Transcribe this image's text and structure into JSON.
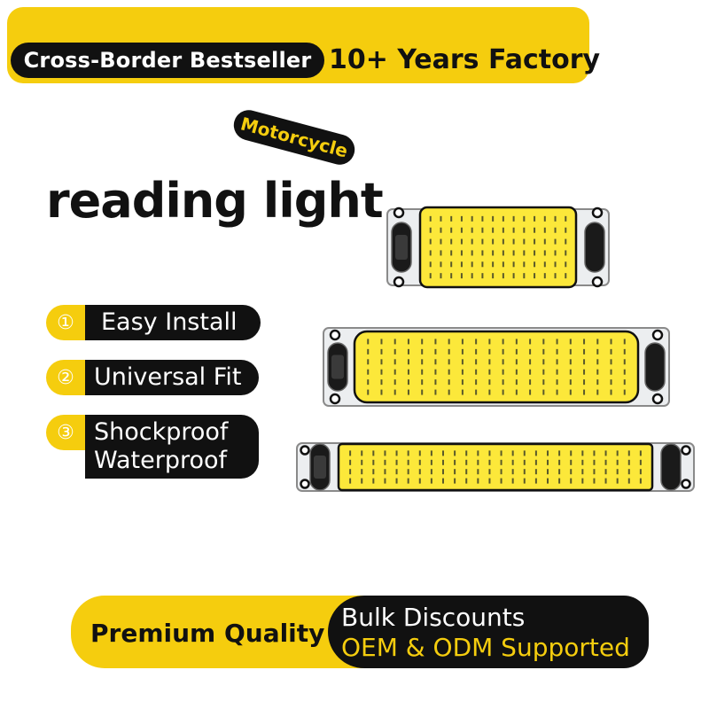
{
  "top_banner": {
    "badge": "Cross-Border Bestseller",
    "factory": "10+ Years Factory"
  },
  "tag": "Motorcycle",
  "title": "reading light",
  "features": [
    {
      "number": "①",
      "lines": [
        "Easy Install"
      ]
    },
    {
      "number": "②",
      "lines": [
        "Universal Fit"
      ]
    },
    {
      "number": "③",
      "lines": [
        "Shockproof",
        "Waterproof"
      ]
    }
  ],
  "bottom_banner": {
    "quality": "Premium Quality",
    "bulk": "Bulk Discounts",
    "oem": "OEM & ODM Supported"
  },
  "colors": {
    "accent_yellow": "#f5cd0e",
    "led_yellow": "#fce83a",
    "dark": "#111111"
  },
  "lamps": [
    {
      "name": "small-lamp",
      "led_columns": 14,
      "led_rows": 6
    },
    {
      "name": "medium-lamp",
      "led_columns": 20,
      "led_rows": 6
    },
    {
      "name": "long-lamp",
      "led_columns": 26,
      "led_rows": 4
    }
  ]
}
